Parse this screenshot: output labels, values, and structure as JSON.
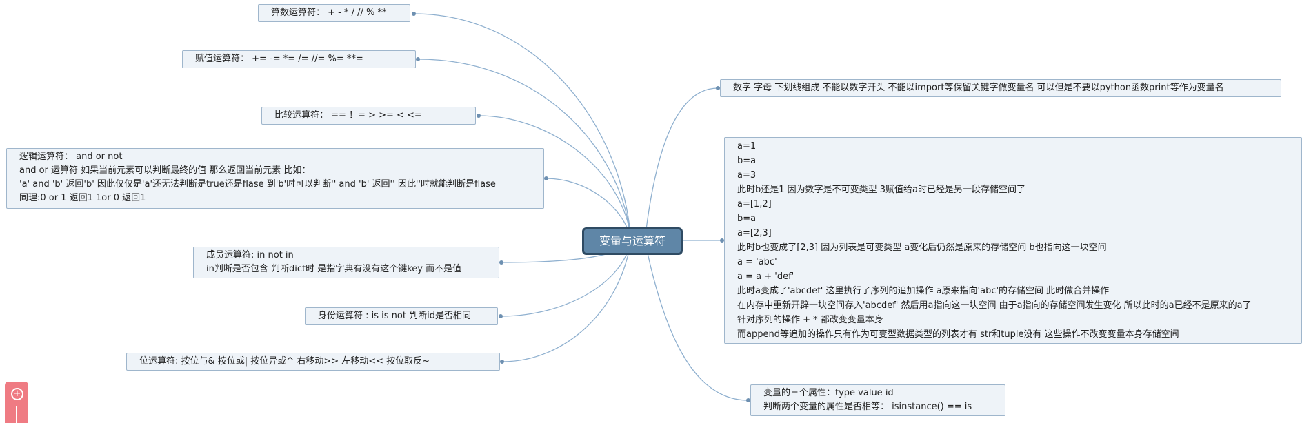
{
  "root": {
    "label": "变量与运算符"
  },
  "left_topics": [
    {
      "lines": [
        "算数运算符：  + - * / // % **"
      ]
    },
    {
      "lines": [
        "赋值运算符：  +=    -=    *=    /=    //=    %=   **="
      ]
    },
    {
      "lines": [
        "比较运算符：  ==    ！=   >    >=    <    <="
      ]
    },
    {
      "lines": [
        "逻辑运算符：   and  or  not",
        "and  or 运算符 如果当前元素可以判断最终的值 那么返回当前元素 比如：",
        "'a' and 'b'  返回'b'  因此仅仅是'a'还无法判断是true还是flase 到'b'时可以判断'' and 'b'  返回'' 因此''时就能判断是flase",
        "同理:0 or 1 返回1  1or 0 返回1"
      ]
    },
    {
      "lines": [
        "成员运算符: in   not in",
        "in判断是否包含  判断dict时  是指字典有没有这个键key 而不是值"
      ]
    },
    {
      "lines": [
        "身份运算符 : is   is not 判断id是否相同"
      ]
    },
    {
      "lines": [
        "位运算符:   按位与&   按位或|  按位异或^  右移动>>   左移动<<    按位取反~"
      ]
    }
  ],
  "right_topics": [
    {
      "lines": [
        "数字  字母  下划线组成  不能以数字开头  不能以import等保留关键字做变量名  可以但是不要以python函数print等作为变量名"
      ]
    },
    {
      "lines": [
        "a=1",
        "b=a",
        "a=3",
        "此时b还是1 因为数字是不可变类型 3赋值给a时已经是另一段存储空间了",
        "a=[1,2]",
        "b=a",
        "a=[2,3]",
        "此时b也变成了[2,3] 因为列表是可变类型 a变化后仍然是原来的存储空间 b也指向这一块空间",
        "a = 'abc'",
        "a = a + 'def'",
        "此时a变成了'abcdef' 这里执行了序列的追加操作 a原来指向'abc'的存储空间 此时做合并操作",
        "在内存中重新开辟一块空间存入'abcdef' 然后用a指向这一块空间 由于a指向的存储空间发生变化 所以此时的a已经不是原来的a了",
        "针对序列的操作 +  *  都改变变量本身",
        "而append等追加的操作只有作为可变型数据类型的列表才有 str和tuple没有 这些操作不改变变量本身存储空间"
      ]
    },
    {
      "lines": [
        "变量的三个属性：type  value   id",
        "判断两个变量的属性是否相等： isinstance()  ==   is"
      ]
    }
  ],
  "colors": {
    "root_fill": "#5f86a7",
    "root_border": "#2f4b63",
    "topic_fill": "#eef3f8",
    "topic_border": "#9fb6cc",
    "connector": "#8fb0cf"
  },
  "toolbar": {
    "icon": "plus-circle-icon"
  }
}
